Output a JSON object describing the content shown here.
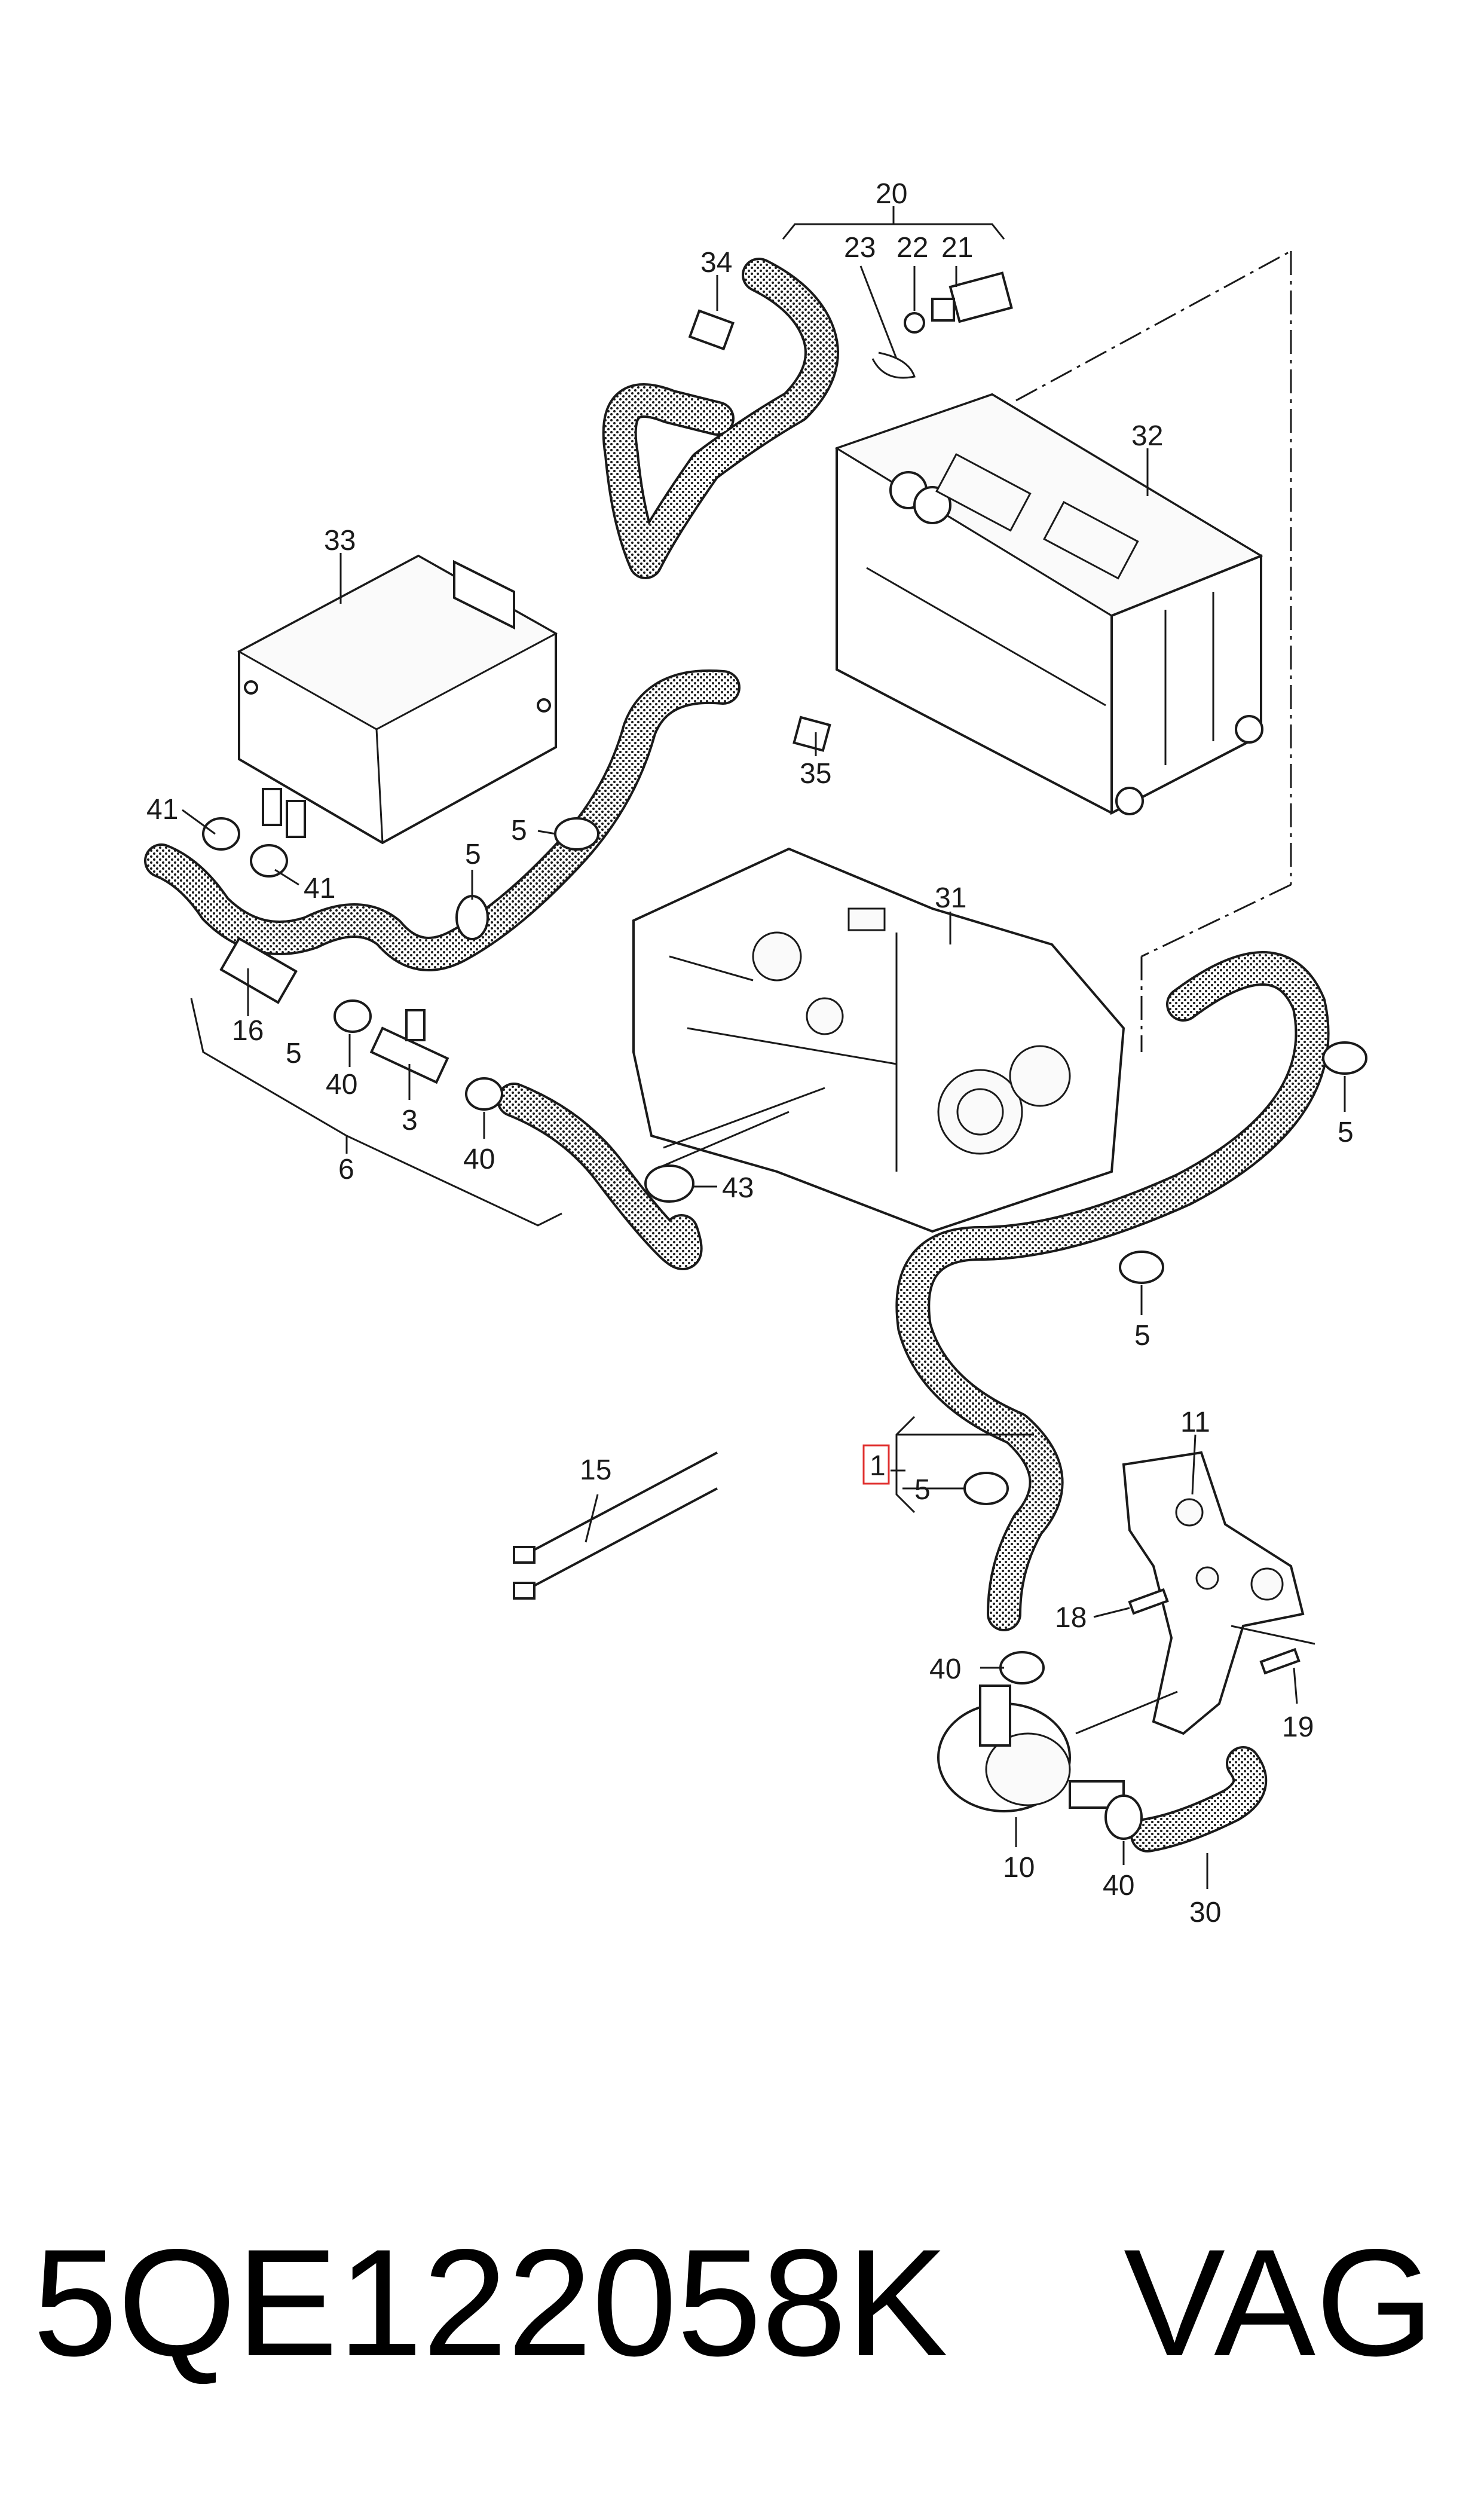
{
  "callouts": {
    "c1": "1",
    "c3": "3",
    "c5": "5",
    "c6": "6",
    "c10": "10",
    "c11": "11",
    "c15": "15",
    "c16": "16",
    "c18": "18",
    "c19": "19",
    "c20": "20",
    "c21": "21",
    "c22": "22",
    "c23": "23",
    "c30": "30",
    "c31": "31",
    "c32": "32",
    "c33": "33",
    "c34": "34",
    "c35": "35",
    "c40": "40",
    "c41": "41",
    "c43": "43"
  },
  "highlight_color": "#e0302f",
  "part_number": "5QE122058K",
  "brand": "VAG"
}
